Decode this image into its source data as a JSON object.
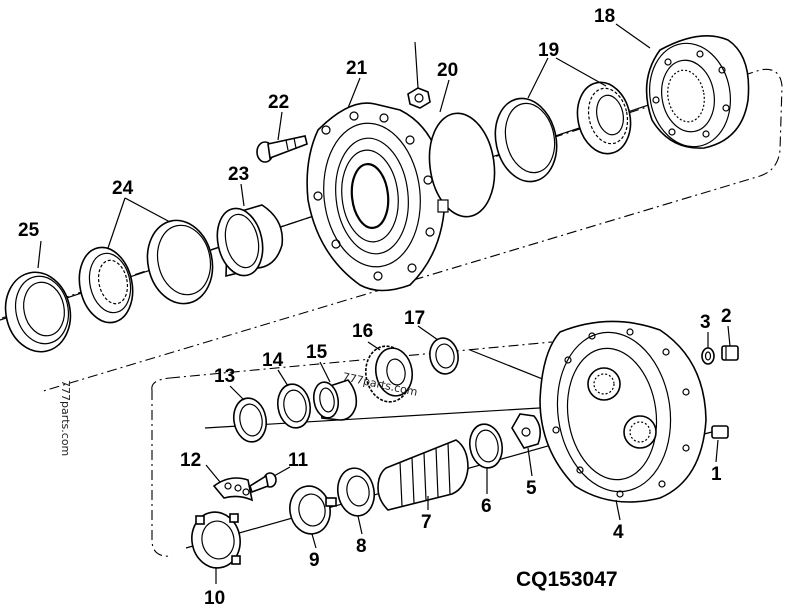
{
  "callouts": {
    "c1": "1",
    "c2": "2",
    "c3": "3",
    "c4": "4",
    "c5": "5",
    "c6": "6",
    "c7": "7",
    "c8": "8",
    "c9": "9",
    "c10": "10",
    "c11": "11",
    "c12": "12",
    "c13": "13",
    "c14": "14",
    "c15": "15",
    "c16": "16",
    "c17": "17",
    "c18": "18",
    "c19": "19",
    "c20": "20",
    "c21": "21",
    "c22": "22",
    "c23": "23",
    "c24": "24",
    "c25": "25"
  },
  "drawing_code": "CQ153047",
  "watermarks": {
    "side": "777parts.com",
    "center": "777parts.com"
  },
  "colors": {
    "ink": "#000000",
    "paper": "#ffffff"
  }
}
